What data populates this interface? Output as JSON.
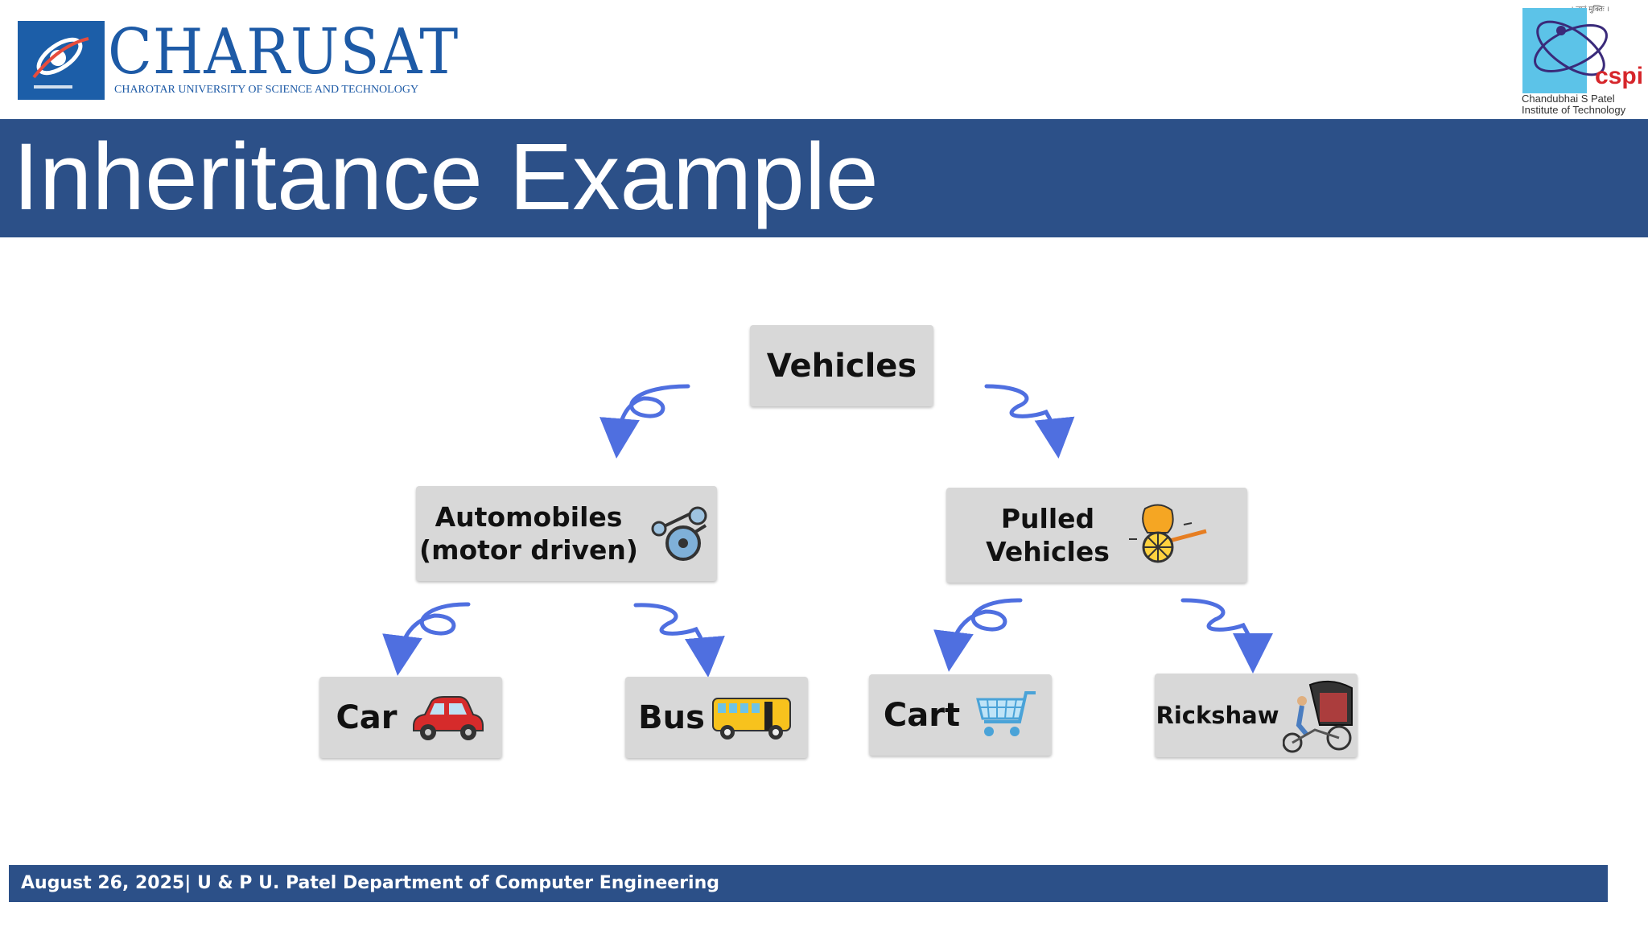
{
  "header": {
    "brand": "CHARUSAT",
    "brand_sub": "CHAROTAR UNIVERSITY OF SCIENCE AND TECHNOLOGY",
    "right_logo_text": "cspit",
    "right_logo_tag": "। ज्ञानं मुक्तिः ।",
    "right_name_1": "Chandubhai S Patel",
    "right_name_2": "Institute of Technology",
    "logo_icons": [
      "charusat-emblem-icon",
      "cspit-atom-icon"
    ]
  },
  "slide": {
    "title": "Inheritance Example",
    "title_band_color": "#2c5088"
  },
  "diagram": {
    "arrow_color": "#4f6fe0",
    "node_color": "#d8d8d8",
    "root": {
      "label": "Vehicles"
    },
    "automobiles": {
      "label_1": "Automobiles",
      "label_2": "(motor driven)",
      "icon": "gears-icon"
    },
    "pulled": {
      "label_1": "Pulled",
      "label_2": "Vehicles",
      "icon": "cart-wheel-icon"
    },
    "leaves": [
      {
        "label": "Car",
        "icon": "car-icon"
      },
      {
        "label": "Bus",
        "icon": "bus-icon"
      },
      {
        "label": "Cart",
        "icon": "shopping-cart-icon"
      },
      {
        "label": "Rickshaw",
        "icon": "rickshaw-icon"
      }
    ]
  },
  "footer": {
    "date": "August 26, 2025",
    "dept": "U & P U. Patel Department of Computer Engineering"
  }
}
